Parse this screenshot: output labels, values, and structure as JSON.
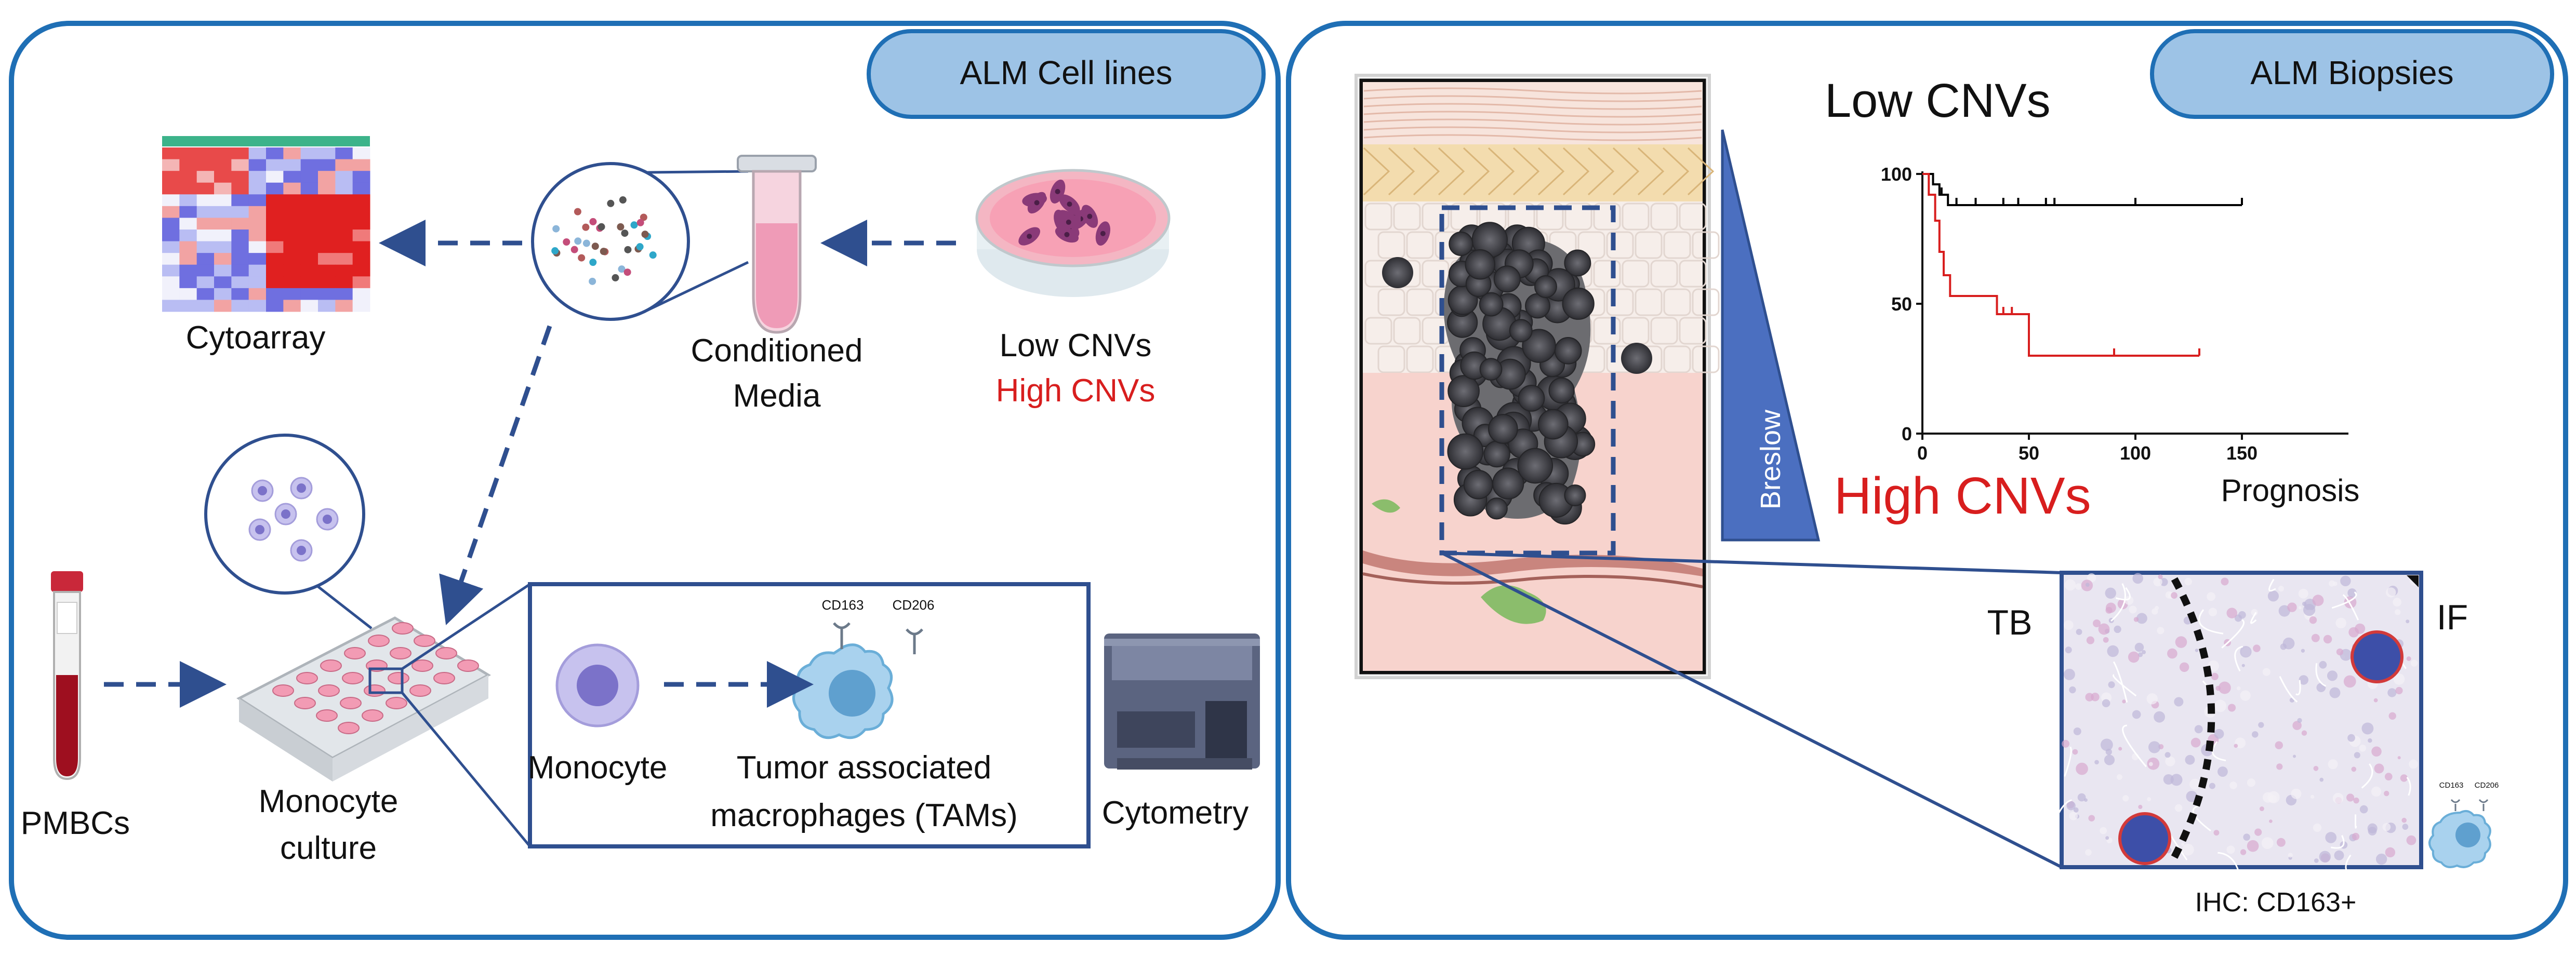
{
  "colors": {
    "frame": "#1f6fb5",
    "tag_fill": "#9dc3e6",
    "arrow": "#2f4f8f",
    "high": "#d81e1e",
    "low": "#000000",
    "text": "#111111"
  },
  "left_panel": {
    "tag": "ALM Cell lines",
    "labels": {
      "cytoarray": "Cytoarray",
      "conditioned_1": "Conditioned",
      "conditioned_2": "Media",
      "low_cnvs": "Low CNVs",
      "high_cnvs": "High CNVs",
      "pmbcs": "PMBCs",
      "monocyte_culture_1": "Monocyte",
      "monocyte_culture_2": "culture",
      "monocyte": "Monocyte",
      "tam_1": "Tumor associated",
      "tam_2": "macrophages (TAMs)",
      "cytometry": "Cytometry",
      "cd163": "CD163",
      "cd206": "CD206"
    }
  },
  "right_panel": {
    "tag": "ALM Biopsies",
    "labels": {
      "low_cnvs": "Low CNVs",
      "high_cnvs": "High CNVs",
      "breslow": "Breslow",
      "prognosis": "Prognosis",
      "tb": "TB",
      "if": "IF",
      "ihc": "IHC: CD163+",
      "cd163": "CD163",
      "cd206": "CD206"
    }
  },
  "chart_data": {
    "type": "line",
    "title": "Low CNVs",
    "xlabel": "Prognosis",
    "ylabel": "",
    "xlim": [
      0,
      200
    ],
    "ylim": [
      0,
      100
    ],
    "x_ticks": [
      "0",
      "50",
      "100",
      "150"
    ],
    "y_ticks": [
      "0",
      "50",
      "100"
    ],
    "series": [
      {
        "name": "Low CNVs",
        "color": "#000000",
        "steps": [
          [
            0,
            100
          ],
          [
            5,
            100
          ],
          [
            5,
            96
          ],
          [
            8,
            96
          ],
          [
            8,
            92
          ],
          [
            12,
            92
          ],
          [
            12,
            88
          ],
          [
            150,
            88
          ]
        ],
        "censor": [
          9,
          16,
          25,
          38,
          45,
          58,
          62,
          100,
          150
        ]
      },
      {
        "name": "High CNVs",
        "color": "#d81e1e",
        "steps": [
          [
            0,
            100
          ],
          [
            3,
            100
          ],
          [
            3,
            92
          ],
          [
            6,
            92
          ],
          [
            6,
            82
          ],
          [
            8,
            82
          ],
          [
            8,
            70
          ],
          [
            10,
            70
          ],
          [
            10,
            61
          ],
          [
            13,
            61
          ],
          [
            13,
            53
          ],
          [
            35,
            53
          ],
          [
            35,
            46
          ],
          [
            50,
            46
          ],
          [
            50,
            30
          ],
          [
            130,
            30
          ]
        ],
        "censor": [
          38,
          42,
          90,
          130
        ]
      }
    ]
  }
}
